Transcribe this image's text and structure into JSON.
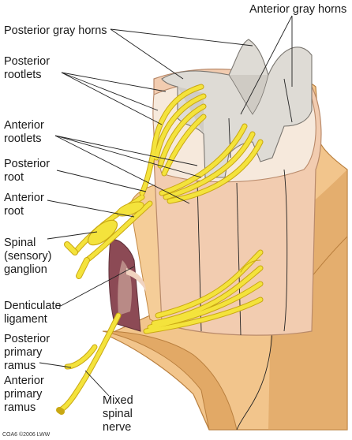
{
  "labels": {
    "anterior_gray_horns": "Anterior gray horns",
    "posterior_gray_horns": "Posterior gray horns",
    "posterior_rootlets": [
      "Posterior",
      "rootlets"
    ],
    "anterior_rootlets": [
      "Anterior",
      "rootlets"
    ],
    "posterior_root": [
      "Posterior",
      "root"
    ],
    "anterior_root": [
      "Anterior",
      "root"
    ],
    "spinal_ganglion": [
      "Spinal",
      "(sensory)",
      "ganglion"
    ],
    "denticulate_ligament": [
      "Denticulate",
      "ligament"
    ],
    "posterior_primary_ramus": [
      "Posterior",
      "primary",
      "ramus"
    ],
    "anterior_primary_ramus": [
      "Anterior",
      "primary",
      "ramus"
    ],
    "mixed_spinal_nerve": [
      "Mixed",
      "spinal",
      "nerve"
    ]
  },
  "credit": "COA6 ©2006 LWW",
  "colors": {
    "dura": "#f2c58c",
    "dura_dark": "#d99a55",
    "cord": "#f6e9dc",
    "gray_matter": "#dedbd5",
    "nerve": "#f4e33c",
    "nerve_edge": "#c9a813",
    "pia": "#8c4a55"
  }
}
